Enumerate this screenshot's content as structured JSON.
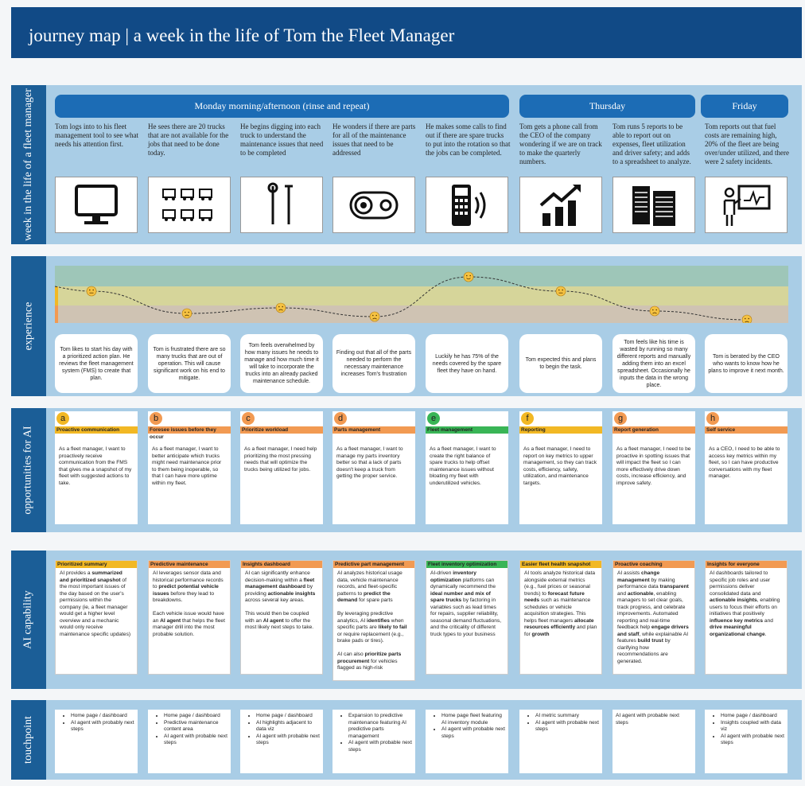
{
  "title": "journey map | a week in the life of Tom the Fleet Manager",
  "rows": {
    "week": "week in the life of a fleet manager",
    "experience": "experience",
    "opportunities": "opportunities for AI",
    "capability": "AI capability",
    "touchpoint": "touchpoint"
  },
  "phases": [
    "Monday morning/afternoon (rinse and repeat)",
    "Thursday",
    "Friday"
  ],
  "steps": [
    "Tom logs into to his fleet management tool to see what needs his attention first.",
    "He sees there are 20 trucks that are not available for the jobs that need to be done today.",
    "He begins digging into each truck to understand the maintenance issues that need to be completed",
    "He wonders if there are parts for all of the maintenance issues that need to be addressed",
    "He makes some calls to find out if there are spare trucks to put into the rotation so that the jobs can be completed.",
    "Tom gets a phone call from the CEO of the company wondering if we are on track to make the quarterly numbers.",
    "Tom runs 5 reports to be able to report out on expenses, fleet utilization and driver safety; and adds to a spreadsheet to analyze.",
    "Tom reports out that fuel costs are remaining high, 20% of the fleet are being over/under utilized, and there were 2 safety incidents."
  ],
  "icons": [
    "monitor-icon",
    "trucks-icon",
    "tools-icon",
    "parts-icon",
    "phone-icon",
    "growth-chart-icon",
    "reports-icon",
    "presenter-icon"
  ],
  "experience": [
    "Tom likes to start his day with a prioritized action plan. He reviews the fleet management system (FMS) to create that plan.",
    "Tom is frustrated there are so many trucks that are out of operation. This will cause significant work on his end to mitigate.",
    "Tom feels overwhelmed by how many issues he needs to manage and how much time it will take to incorporate the trucks into an already packed maintenance schedule.",
    "Finding out that all of the parts needed to perform the necessary maintenance increases Tom's frustration",
    "Luckily he has 75% of the needs covered by the spare fleet they have on hand.",
    "Tom expected this and plans to begin the task.",
    "Tom feels like his time is wasted by running so many different reports and manually adding them into an excel spreadsheet. Occasionally he inputs the data in the wrong place.",
    "Tom is berated by the CEO who wants to know how he plans to improve it next month."
  ],
  "emotions": [
    "neutral",
    "sad",
    "sad",
    "sad",
    "happy",
    "neutral",
    "sad",
    "sad"
  ],
  "opportunities": [
    {
      "letter": "a",
      "title": "Proactive communication",
      "body": "As a fleet manager, I want to proactively receive communication from the FMS that gives me a snapshot of my fleet with suggested actions to take."
    },
    {
      "letter": "b",
      "title": "Foresee issues before they occur",
      "body": "As a fleet manager, I want to better anticipate which trucks might need maintenance prior to them being inoperable, so that I can have more uptime within my fleet."
    },
    {
      "letter": "c",
      "title": "Prioritize workload",
      "body": "As a fleet manager, I need help prioritizing the most pressing needs that will optimize the trucks being utilized for jobs."
    },
    {
      "letter": "d",
      "title": "Parts management",
      "body": "As a fleet manager, I want to manage my parts inventory better so that a lack of parts doesn't keep a truck from getting the proper service."
    },
    {
      "letter": "e",
      "title": "Fleet management",
      "body": "As a fleet manager, I want to create the right balance of spare trucks to help offset maintenance issues without bloating my fleet with underutilized vehicles."
    },
    {
      "letter": "f",
      "title": "Reporting",
      "body": "As a fleet manager, I need to report on key metrics to upper management, so they can track costs, efficiency, safety, utilization, and maintenance targets."
    },
    {
      "letter": "g",
      "title": "Report generation",
      "body": "As a fleet manager, I need to be proactive in spotting issues that will impact the fleet so I can more effectively drive down costs, increase efficiency, and improve safety."
    },
    {
      "letter": "h",
      "title": "Self service",
      "body": "As a CEO, I need to be able to access key metrics within my fleet, so I can have productive conversations with my fleet manager."
    }
  ],
  "capabilities": [
    {
      "title": "Prioritized summary",
      "p1a": "AI provides a ",
      "p1b": "summarized and prioritized snapshot",
      "p1c": " of the most important issues of the day based on the user's permissions within the company (ie, a fleet manager would get a higher level overview and a mechanic would only receive maintenance specific updates)"
    },
    {
      "title": "Predictive maintenance",
      "p1a": "AI leverages sensor data and historical performance records to ",
      "p1b": "predict potential vehicle issues",
      "p1c": " before they lead to breakdowns.",
      "p2a": "Each vehicle issue would have an ",
      "p2b": "AI agent",
      "p2c": " that helps the fleet manager drill into the most probable solution."
    },
    {
      "title": "Insights dashboard",
      "p1a": "AI can significantly enhance decision-making within a ",
      "p1b": "fleet management dashboard",
      "p1c": " by providing ",
      "p1d": "actionable insights",
      "p1e": " across several key areas.",
      "p2a": "This would then be coupled with an ",
      "p2b": "AI agent",
      "p2c": " to offer the most likely next steps to take."
    },
    {
      "title": "Predictive part management",
      "p1a": "AI analyzes historical usage data, vehicle maintenance records, and fleet-specific patterns to ",
      "p1b": "predict the demand",
      "p1c": " for spare parts",
      "p2a": "By leveraging predictive analytics, AI ",
      "p2b": "identifies",
      "p2c": " when specific parts are ",
      "p2d": "likely to fail",
      "p2e": " or require replacement (e.g., brake pads or tires).",
      "p3a": "AI can also ",
      "p3b": "prioritize parts procurement",
      "p3c": " for vehicles flagged as high-risk"
    },
    {
      "title": "Fleet inventory optimization",
      "p1a": "AI-driven ",
      "p1b": "inventory optimization",
      "p1c": " platforms can dynamically recommend the ",
      "p1d": "ideal number and mix of spare trucks",
      "p1e": " by factoring in variables such as lead times for repairs, supplier reliability, seasonal demand fluctuations, and the criticality of different truck types to your business"
    },
    {
      "title": "Easier fleet health snapshot",
      "p1a": "AI tools analyze historical data alongside external metrics (e.g., fuel prices or seasonal trends) to ",
      "p1b": "forecast future needs",
      "p1c": " such as maintenance schedules or vehicle acquisition strategies. This helps fleet managers ",
      "p1d": "allocate resources efficiently",
      "p1e": " and plan for ",
      "p1f": "growth"
    },
    {
      "title": "Proactive coaching",
      "p1a": "AI assists ",
      "p1b": "change management",
      "p1c": " by making performance data ",
      "p1d": "transparent",
      "p1e": " and ",
      "p1f": "actionable",
      "p1g": ", enabling managers to set clear goals, track progress, and celebrate improvements. Automated reporting and real-time feedback help ",
      "p1h": "engage drivers and staff",
      "p1i": ", while explainable AI features ",
      "p1j": "build trust",
      "p1k": " by clarifying how recommendations are generated."
    },
    {
      "title": "Insights for everyone",
      "p1a": "AI dashboards tailored to specific job roles and user permissions deliver consolidated data and ",
      "p1b": "actionable insights",
      "p1c": ", enabling users to focus their efforts on initiatives that positively ",
      "p1d": "influence key metrics",
      "p1e": " and ",
      "p1f": "drive meaningful organizational change",
      "p1g": "."
    }
  ],
  "touchpoints": [
    [
      "Home page / dashboard",
      "AI agent with probably next steps"
    ],
    [
      "Home page / dashboard",
      "Predictive maintenance content area",
      "AI agent with probable next steps"
    ],
    [
      "Home page / dashboard",
      "AI highlights adjacent to data viz",
      "AI agent with probable next steps"
    ],
    [
      "Expansion to predictive maintenance featuring AI predictive parts management",
      "AI agent with probable next steps"
    ],
    [
      "Home page fleet featuring AI inventory module",
      "AI agent with probable next steps"
    ],
    [
      "AI metric summary",
      "AI agent with probable next steps"
    ],
    [
      "AI agent with probable next steps"
    ],
    [
      "Home page / dashboard",
      "Insights coupled with data viz",
      "AI agent with probable next steps"
    ]
  ],
  "colors": {
    "header": "#114a86",
    "band": "#a9cde6",
    "phase": "#1c6cb5",
    "side": "#1b5e97",
    "exp_top": "#9ec6b8",
    "exp_mid": "#d6d59a",
    "exp_low": "#cfc3b3",
    "tags": [
      "#f2b824",
      "#f29a52",
      "#f29a52",
      "#f29a52",
      "#39b556",
      "#f2b824",
      "#f29a52",
      "#f29a52"
    ]
  }
}
